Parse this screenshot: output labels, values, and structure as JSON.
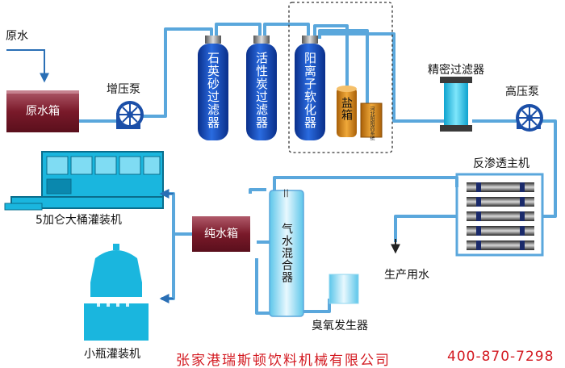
{
  "labels": {
    "raw_water": "原水",
    "raw_water_tank": "原水箱",
    "booster_pump": "增压泵",
    "quartz_filter": "石英砂过滤器",
    "carbon_filter": "活性炭过滤器",
    "softener": "阳离子软化器",
    "salt_tank": "盐箱",
    "regen_unit": "河北阳阳药系统",
    "precision_filter": "精密过滤器",
    "high_pressure_pump": "高压泵",
    "ro_host": "反渗透主机",
    "barrel_filler": "5加仑大桶灌装机",
    "pure_water_tank": "纯水箱",
    "gas_water_mixer": "气水混合器",
    "production_water": "生产用水",
    "ozone_generator": "臭氧发生器",
    "bottle_filler": "小瓶灌装机"
  },
  "footer": {
    "company": "张家港瑞斯顿饮料机械有限公司",
    "phone": "400-870-7298"
  },
  "colors": {
    "pipe": "#5aa7dc",
    "filter_blue": "#1348b8",
    "tank_maroon": "#7a1a2a",
    "machine_cyan": "#1ab6de",
    "salt_orange": "#d98a16",
    "footer_red": "#d31920"
  }
}
